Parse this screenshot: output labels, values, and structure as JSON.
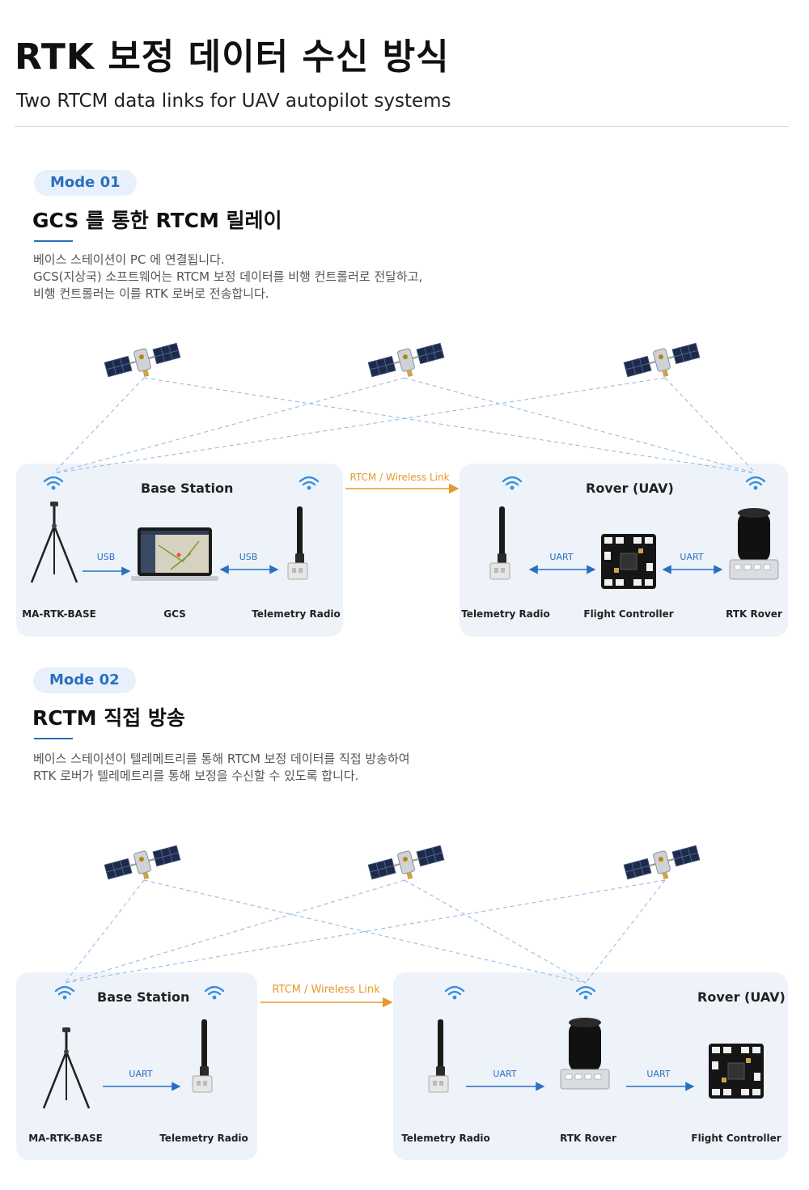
{
  "header": {
    "title": "RTK 보정 데이터 수신 방식",
    "subtitle": "Two RTCM data links for UAV autopilot systems"
  },
  "mode1": {
    "badge": "Mode 01",
    "title": "GCS 를 통한 RTCM 릴레이",
    "desc_lines": [
      "베이스 스테이션이 PC 에 연결됩니다.",
      "GCS(지상국) 소프트웨어는 RTCM 보정 데이터를 비행 컨트롤러로 전달하고,",
      "비행 컨트롤러는 이를 RTK 로버로 전송합니다."
    ],
    "base_panel_title": "Base Station",
    "rover_panel_title": "Rover (UAV)",
    "wireless_label": "RTCM / Wireless Link",
    "links": [
      "USB",
      "USB",
      "UART",
      "UART"
    ],
    "devices": [
      "MA-RTK-BASE",
      "GCS",
      "Telemetry Radio",
      "Telemetry Radio",
      "Flight Controller",
      "RTK Rover"
    ]
  },
  "mode2": {
    "badge": "Mode 02",
    "title": "RCTM 직접 방송",
    "desc_lines": [
      "베이스 스테이션이 텔레메트리를 통해 RTCM 보정 데이터를 직접 방송하여",
      "RTK 로버가 텔레메트리를 통해 보정을 수신할 수 있도록 합니다."
    ],
    "base_panel_title": "Base Station",
    "rover_panel_title": "Rover (UAV)",
    "wireless_label": "RTCM / Wireless Link",
    "links": [
      "UART",
      "UART",
      "UART"
    ],
    "devices": [
      "MA-RTK-BASE",
      "Telemetry Radio",
      "Telemetry Radio",
      "RTK Rover",
      "Flight Controller"
    ]
  },
  "colors": {
    "accent": "#2a6fc0",
    "wireless": "#e59a2a",
    "panel": "#eef3fa",
    "dashed": "#8fb6e0"
  },
  "icons": [
    "satellite-icon",
    "wifi-icon",
    "tripod-antenna-icon",
    "laptop-icon",
    "telemetry-radio-icon",
    "flight-controller-icon",
    "rtk-rover-icon"
  ]
}
